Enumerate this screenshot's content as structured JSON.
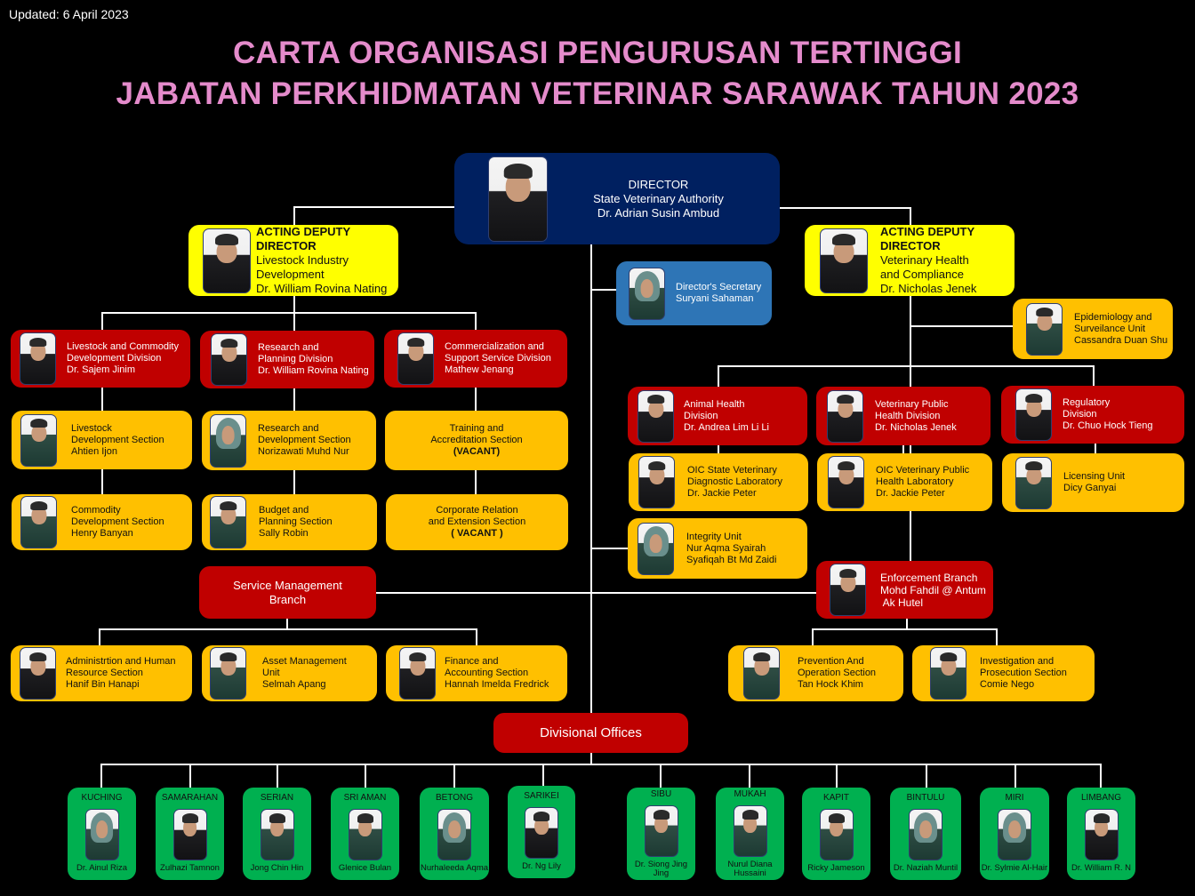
{
  "updated": "Updated: 6 April 2023",
  "title": {
    "line1": "CARTA ORGANISASI PENGURUSAN TERTINGGI",
    "line2": "JABATAN PERKHIDMATAN VETERINAR SARAWAK TAHUN 2023"
  },
  "colors": {
    "title": "#e48bcb",
    "director": "#002060",
    "deputy": "#ffff00",
    "division": "#c00000",
    "section": "#ffc000",
    "secretary": "#2e75b6",
    "office": "#00b050"
  },
  "director": {
    "role": "DIRECTOR",
    "title": "State Veterinary  Authority",
    "name": "Dr. Adrian  Susin  Ambud"
  },
  "secretary": {
    "role": "Director's Secretary",
    "name": "Suryani Sahaman"
  },
  "deputy_left": {
    "role1": "ACTING  DEPUTY",
    "role2": "DIRECTOR",
    "unit1": "Livestock Industry",
    "unit2": "Development",
    "name": "Dr.  William Rovina  Nating"
  },
  "deputy_right": {
    "role1": "ACTING DEPUTY",
    "role2": "DIRECTOR",
    "unit1": "Veterinary Health",
    "unit2": "and Compliance",
    "name": "Dr. Nicholas Jenek"
  },
  "epidemiology": {
    "l1": "Epidemiology  and",
    "l2": "Surveilance Unit",
    "name": "Cassandra Duan Shu"
  },
  "left_divisions": [
    {
      "l1": "Livestock and Commodity",
      "l2": "Development Division",
      "name": "Dr.  Sajem  Jinim"
    },
    {
      "l1": "Research and",
      "l2": "Planning  Division",
      "name": "Dr.  William  Rovina  Nating"
    },
    {
      "l1": "Commercialization  and",
      "l2": "Support Service Division",
      "name": "Mathew Jenang"
    }
  ],
  "left_sections_row1": [
    {
      "l1": "Livestock",
      "l2": "Development  Section",
      "name": "Ahtien Ijon"
    },
    {
      "l1": "Research and",
      "l2": "Development  Section",
      "name": "Norizawati Muhd Nur"
    },
    {
      "l1": "Training and",
      "l2": "Accreditation Section",
      "name": "(VACANT)"
    }
  ],
  "left_sections_row2": [
    {
      "l1": "Commodity",
      "l2": "Development  Section",
      "name": "Henry Banyan"
    },
    {
      "l1": "Budget and",
      "l2": "Planning  Section",
      "name": "Sally Robin"
    },
    {
      "l1": "Corporate Relation",
      "l2": "and Extension Section",
      "name": "( VACANT )"
    }
  ],
  "service_branch": {
    "l1": "Service  Management",
    "l2": "Branch"
  },
  "service_sections": [
    {
      "l1": "Administrtion and Human",
      "l2": "Resource Section",
      "name": "Hanif Bin Hanapi"
    },
    {
      "l1": "Asset Management",
      "l2": "Unit",
      "name": "Selmah  Apang"
    },
    {
      "l1": "Finance and",
      "l2": "Accounting Section",
      "name": "Hannah  Imelda  Fredrick"
    }
  ],
  "right_divisions": [
    {
      "l1": "Animal Health",
      "l2": "Division",
      "name": "Dr. Andrea Lim Li Li"
    },
    {
      "l1": "Veterinary Public",
      "l2": "Health  Division",
      "name": "Dr. Nicholas Jenek"
    },
    {
      "l1": "Regulatory",
      "l2": "Division",
      "name": "Dr. Chuo  Hock Tieng"
    }
  ],
  "right_sections": [
    {
      "l1": "OIC  State Veterinary",
      "l2": "Diagnostic Laboratory",
      "name": "Dr. Jackie Peter"
    },
    {
      "l1": "OIC  Veterinary Public",
      "l2": "Health  Laboratory",
      "name": "Dr. Jackie Peter"
    },
    {
      "l1": "Licensing Unit",
      "l2": "Dicy Ganyai",
      "name": ""
    }
  ],
  "integrity": {
    "l1": "Integrity Unit",
    "l2": "Nur Aqma Syairah",
    "name": "Syafiqah Bt Md  Zaidi"
  },
  "enforcement": {
    "l1": "Enforcement Branch",
    "l2": "Mohd Fahdil @  Antum",
    "name": " Ak Hutel"
  },
  "enforcement_sections": [
    {
      "l1": "Prevention And",
      "l2": "Operation Section",
      "name": "Tan Hock Khim"
    },
    {
      "l1": "Investigation and",
      "l2": "Prosecution Section",
      "name": "Comie  Nego"
    }
  ],
  "divisional_offices": {
    "label": "Divisional Offices",
    "offices": [
      {
        "name": "KUCHING",
        "person": "Dr. Ainul Riza"
      },
      {
        "name": "SAMARAHAN",
        "person": "Zulhazi Tamnon"
      },
      {
        "name": "SERIAN",
        "person": "Jong Chin Hin"
      },
      {
        "name": "SRI AMAN",
        "person": "Glenice Bulan"
      },
      {
        "name": "BETONG",
        "person": "Nurhaleeda Aqma"
      },
      {
        "name": "SARIKEI",
        "person": "Dr. Ng Lily"
      },
      {
        "name": "SIBU",
        "person": "Dr. Siong Jing Jing"
      },
      {
        "name": "MUKAH",
        "person": "Nurul Diana Hussaini"
      },
      {
        "name": "KAPIT",
        "person": "Ricky Jameson"
      },
      {
        "name": "BINTULU",
        "person": "Dr. Naziah Muntil"
      },
      {
        "name": "MIRI",
        "person": "Dr. Sylmie Al-Hair"
      },
      {
        "name": "LIMBANG",
        "person": "Dr. William R. N"
      }
    ]
  }
}
